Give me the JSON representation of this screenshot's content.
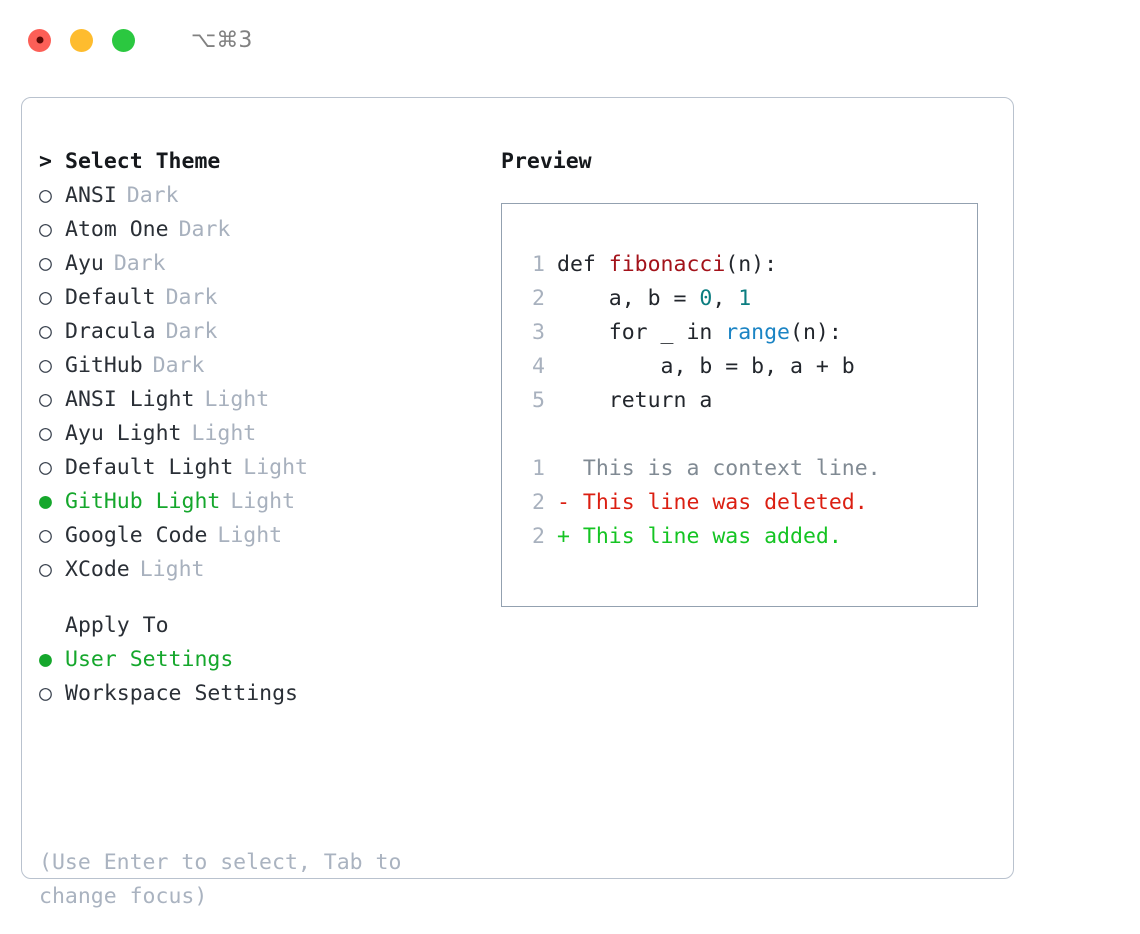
{
  "window": {
    "shortcut": "⌥⌘3",
    "traffic_lights": [
      {
        "name": "close",
        "color": "#fc5f57"
      },
      {
        "name": "minimize",
        "color": "#febc2e"
      },
      {
        "name": "maximize",
        "color": "#2bc840"
      }
    ]
  },
  "theme_picker": {
    "caret": ">",
    "title": "Select Theme",
    "bullet_unselected": "○",
    "bullet_selected": "●",
    "items": [
      {
        "label": "ANSI",
        "kind": "Dark",
        "selected": false
      },
      {
        "label": "Atom One",
        "kind": "Dark",
        "selected": false
      },
      {
        "label": "Ayu",
        "kind": "Dark",
        "selected": false
      },
      {
        "label": "Default",
        "kind": "Dark",
        "selected": false
      },
      {
        "label": "Dracula",
        "kind": "Dark",
        "selected": false
      },
      {
        "label": "GitHub",
        "kind": "Dark",
        "selected": false
      },
      {
        "label": "ANSI Light",
        "kind": "Light",
        "selected": false
      },
      {
        "label": "Ayu Light",
        "kind": "Light",
        "selected": false
      },
      {
        "label": "Default Light",
        "kind": "Light",
        "selected": false
      },
      {
        "label": "GitHub Light",
        "kind": "Light",
        "selected": true
      },
      {
        "label": "Google Code",
        "kind": "Light",
        "selected": false
      },
      {
        "label": "XCode",
        "kind": "Light",
        "selected": false
      }
    ]
  },
  "apply_to": {
    "title": "Apply To",
    "options": [
      {
        "label": "User Settings",
        "selected": true
      },
      {
        "label": "Workspace Settings",
        "selected": false
      }
    ]
  },
  "hint": "(Use Enter to select, Tab to change focus)",
  "preview": {
    "title": "Preview",
    "code_lines": [
      {
        "number": "1",
        "tokens": [
          {
            "text": "def ",
            "type": "plain"
          },
          {
            "text": "fibonacci",
            "type": "func"
          },
          {
            "text": "(n):",
            "type": "plain"
          }
        ]
      },
      {
        "number": "2",
        "tokens": [
          {
            "text": "    a, b = ",
            "type": "plain"
          },
          {
            "text": "0",
            "type": "num"
          },
          {
            "text": ", ",
            "type": "plain"
          },
          {
            "text": "1",
            "type": "num"
          }
        ]
      },
      {
        "number": "3",
        "tokens": [
          {
            "text": "    for _ in ",
            "type": "plain"
          },
          {
            "text": "range",
            "type": "call"
          },
          {
            "text": "(n):",
            "type": "plain"
          }
        ]
      },
      {
        "number": "4",
        "tokens": [
          {
            "text": "        a, b = b, a + b",
            "type": "plain"
          }
        ]
      },
      {
        "number": "5",
        "tokens": [
          {
            "text": "    return a",
            "type": "plain"
          }
        ]
      }
    ],
    "diff_lines": [
      {
        "number": "1",
        "sign": " ",
        "text": "  This is a context line.",
        "type": "ctx"
      },
      {
        "number": "2",
        "sign": "-",
        "text": "- This line was deleted.",
        "type": "del"
      },
      {
        "number": "2",
        "sign": "+",
        "text": "+ This line was added.",
        "type": "add"
      }
    ]
  },
  "colors": {
    "accent_green": "#15a72c",
    "muted": "#a8b1be",
    "border": "#b9c2ce",
    "preview_border": "#93a1b0",
    "func_red": "#a3121a",
    "number_teal": "#0b7d80",
    "call_blue": "#1b84c4",
    "diff_deleted": "#db1f12",
    "diff_added": "#15c423"
  }
}
